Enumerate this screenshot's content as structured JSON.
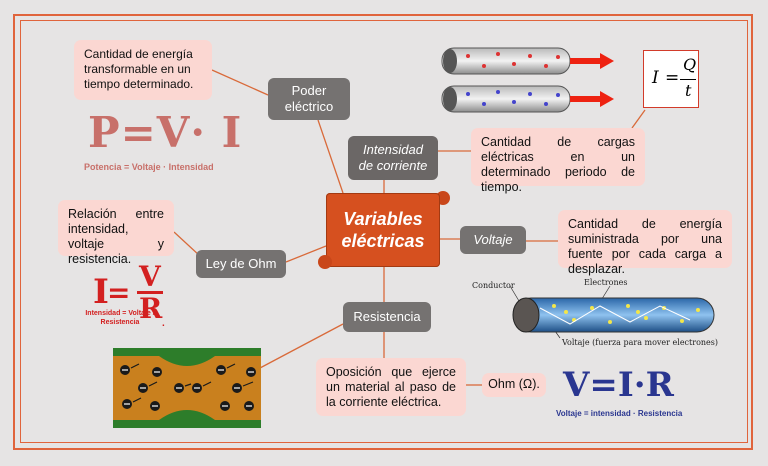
{
  "central": {
    "title_line1": "Variables",
    "title_line2": "eléctricas"
  },
  "nodes": {
    "poder": {
      "line1": "Poder",
      "line2": "eléctrico"
    },
    "intensidad": {
      "line1": "Intensidad",
      "line2": "de corriente"
    },
    "voltaje": "Voltaje",
    "resistencia": "Resistencia",
    "ley_ohm": "Ley de Ohm",
    "ohm_unit": "Ohm (Ω)."
  },
  "notes": {
    "poder": "Cantidad de energía transformable en un tiempo determinado.",
    "intensidad": "Cantidad de cargas eléctricas en un determinado periodo de tiempo.",
    "voltaje": "Cantidad de energía suministrada por una fuente por cada carga a desplazar.",
    "ley_ohm": "Relación entre intensidad, voltaje y resistencia.",
    "resistencia": "Oposición que ejerce un material al paso de la corriente eléctrica."
  },
  "formulas": {
    "pvi": "P=V· I",
    "pvi_caption": "Potencia = Voltaje · Intensidad",
    "ohm_i": "I",
    "ohm_eq": "=",
    "ohm_v": "V",
    "ohm_r": "R",
    "ohm_caption": "Intensidad = Voltaje / Resistencia",
    "ohm_dot": ".",
    "vir": "V=I·R",
    "vir_caption": "Voltaje = intensidad · Resistencia",
    "iqt_i": "I",
    "iqt_eq": "=",
    "iqt_q": "Q",
    "iqt_t": "t"
  },
  "conductor": {
    "conductor": "Conductor",
    "electrones": "Electrones",
    "voltaje": "Voltaje (fuerza para mover electrones)"
  },
  "colors": {
    "frame": "#e0643c",
    "central": "#d6501f",
    "node": "#757271",
    "note": "#fbd7d2",
    "link": "#d96a3a"
  }
}
